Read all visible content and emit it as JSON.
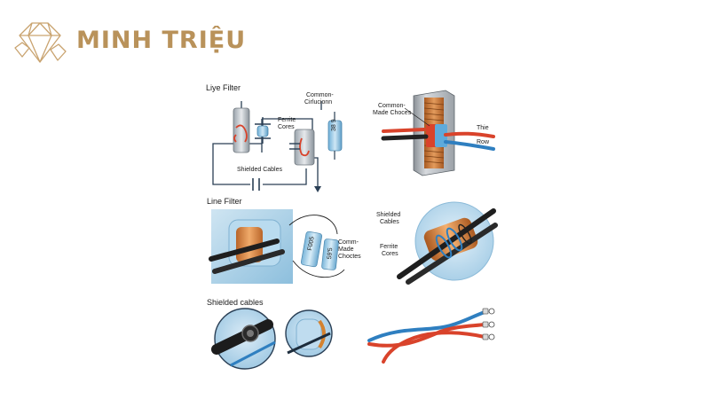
{
  "brand": {
    "name": "MINH TRIỆU",
    "color": "#b9925a"
  },
  "diagram": {
    "sections": {
      "line_filter_1": "Liye Filter",
      "line_filter_2": "Line Filter",
      "shielded": "Shielded cables"
    },
    "labels": {
      "common_circuit_1": "Common-",
      "common_circuit_2": "Cirlucionn",
      "ferrite_cores_1": "Ferrite",
      "ferrite_cores_2": "Cores",
      "shielded_cables_top": "Shielded Cables",
      "choke_code_top": "38 9",
      "common_choces_1": "Common-",
      "common_choces_2": "Made Choces",
      "thie": "Thie",
      "row": "Row",
      "comm_choctes_1": "Comm-",
      "comm_choctes_2": "Made",
      "comm_choctes_3": "Choctes",
      "choke_code_a": "F005",
      "choke_code_b": "59'5",
      "shielded_cables_right_1": "Shielded",
      "shielded_cables_right_2": "Cables",
      "ferrite_cores_right_1": "Ferrite",
      "ferrite_cores_right_2": "Cores"
    },
    "colors": {
      "wire_red": "#d9432b",
      "wire_blue": "#2f7fc0",
      "copper": "#c9712e",
      "panel_blue": "#a9cfe6",
      "component_blue": "#8cc3e0",
      "line_dark": "#2a3f55"
    }
  }
}
